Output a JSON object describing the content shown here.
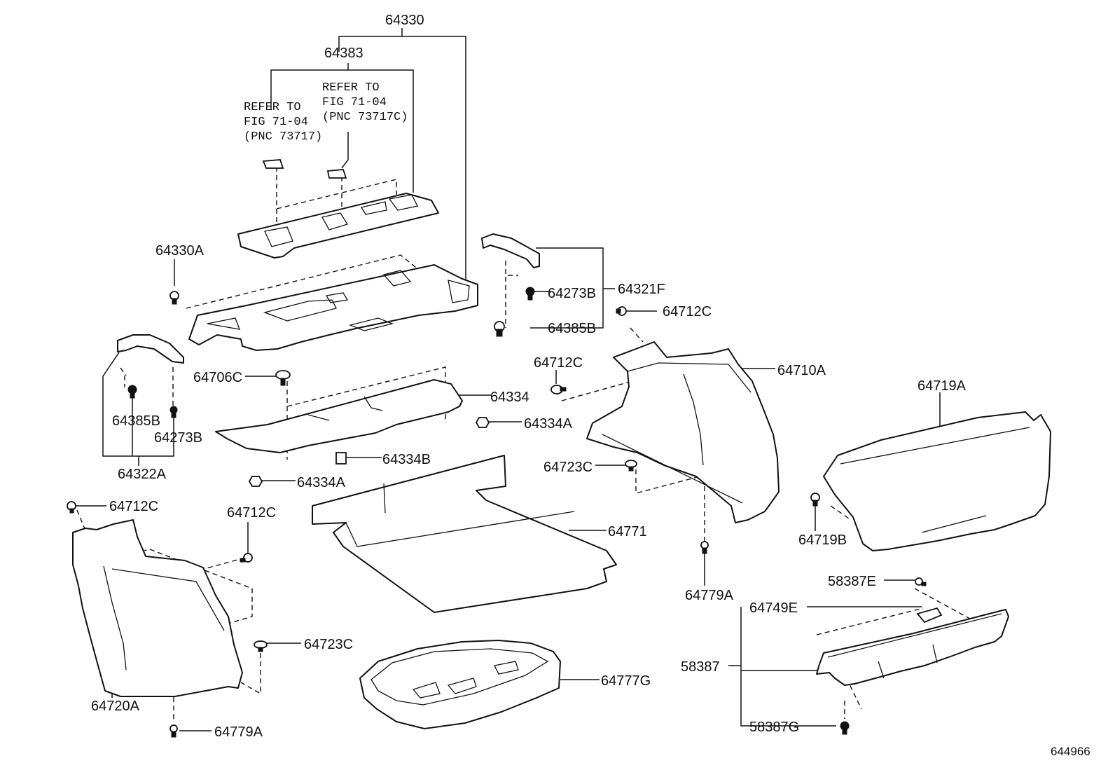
{
  "labels": {
    "p64330": "64330",
    "p64383": "64383",
    "p64330A": "64330A",
    "p64273B_top": "64273B",
    "p64321F": "64321F",
    "p64385B_top": "64385B",
    "p64712C_a": "64712C",
    "p64706C": "64706C",
    "p64334": "64334",
    "p64712C_b": "64712C",
    "p64710A": "64710A",
    "p64385B_left": "64385B",
    "p64273B_left": "64273B",
    "p64334A_right": "64334A",
    "p64719A": "64719A",
    "p64322A": "64322A",
    "p64334B": "64334B",
    "p64723C_right": "64723C",
    "p64334A_left": "64334A",
    "p64712C_c": "64712C",
    "p64712C_d": "64712C",
    "p64771": "64771",
    "p64719B": "64719B",
    "p58387E": "58387E",
    "p64779A_right": "64779A",
    "p64749E": "64749E",
    "p64723C_left": "64723C",
    "p58387": "58387",
    "p64777G": "64777G",
    "p64720A": "64720A",
    "p58387G": "58387G",
    "p64779A_left": "64779A"
  },
  "notes": {
    "left": [
      "REFER TO",
      "FIG 71-04",
      "(PNC 73717)"
    ],
    "right": [
      "REFER TO",
      "FIG 71-04",
      "(PNC 73717C)"
    ]
  },
  "figure_code": "644966"
}
